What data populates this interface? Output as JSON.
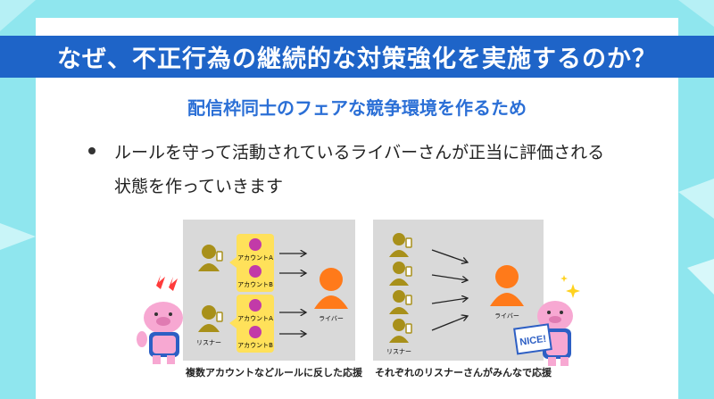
{
  "title": "なぜ、不正行為の継続的な対策強化を実施するのか？",
  "subtitle": "配信枠同士のフェアな競争環境を作るため",
  "bullet": {
    "line1": "ルールを守って活動されているライバーさんが正当に評価される",
    "line2": "状態を作っていきます"
  },
  "left_diagram": {
    "account_a": "アカウントA",
    "account_b": "アカウントB",
    "listener": "リスナー",
    "liver": "ライバー",
    "caption": "複数アカウントなどルールに反した応援"
  },
  "right_diagram": {
    "listener": "リスナー",
    "liver": "ライバー",
    "caption": "それぞれのリスナーさんがみんなで応援"
  },
  "mascot_right": {
    "sign": "NICE!"
  },
  "colors": {
    "background": "#8fe6ee",
    "title_bar": "#1e64c8",
    "subtitle": "#2b6fd6",
    "listener": "#a8901a",
    "liver": "#ff7a1a",
    "account_box": "#ffe15a",
    "account_face": "#c23aa8",
    "mascot": "#f7a8d2"
  },
  "icons": [
    "listener-icon",
    "phone-icon",
    "liver-icon",
    "arrow-icon",
    "pig-mascot-icon",
    "lightning-icon",
    "sparkle-icon",
    "nice-sign-icon"
  ]
}
